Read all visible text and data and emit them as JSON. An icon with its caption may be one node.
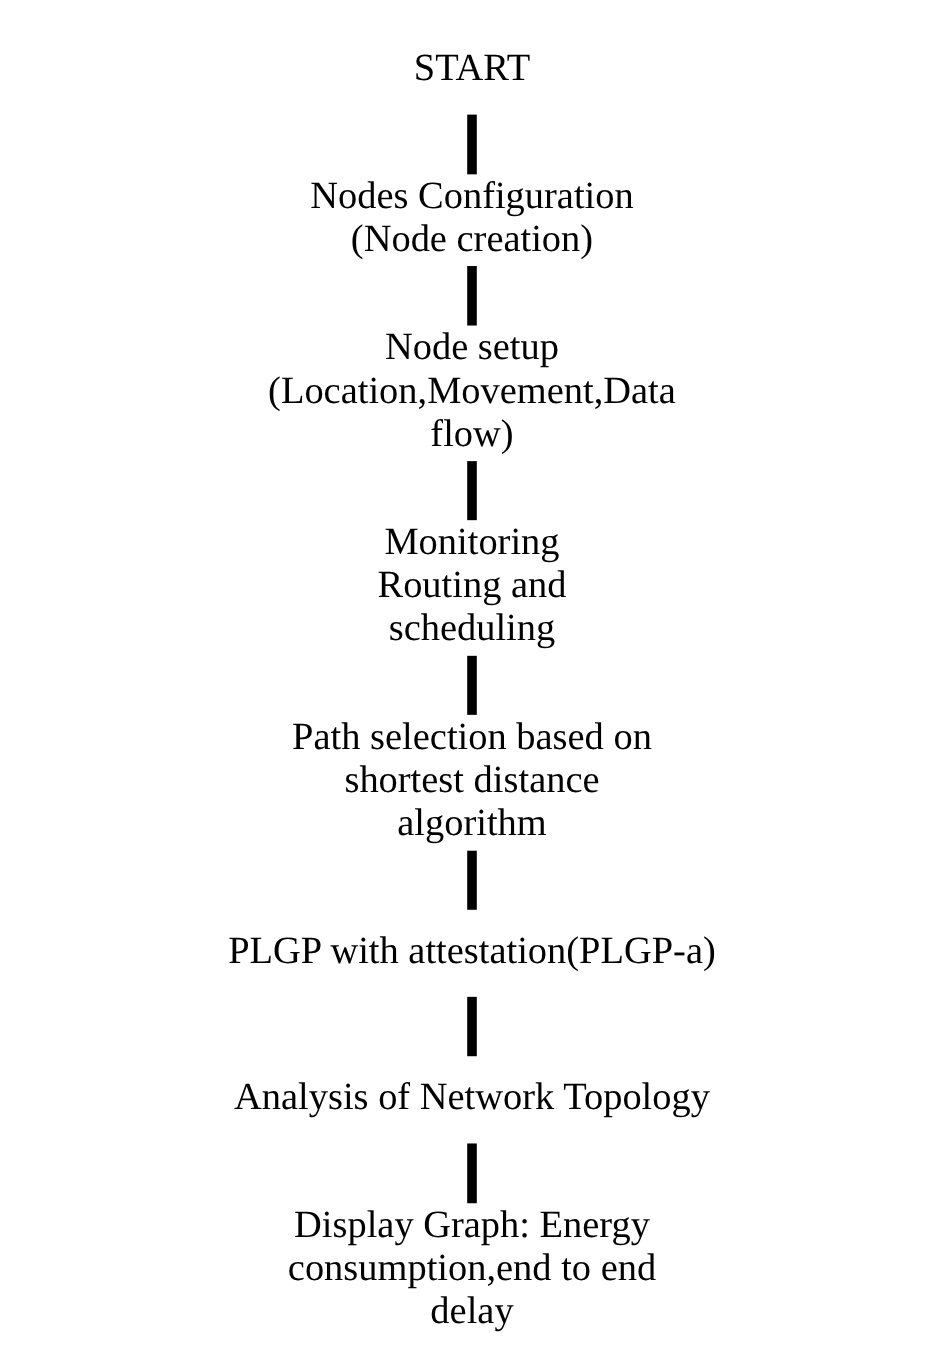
{
  "diagram": {
    "nodes": [
      {
        "text": [
          "START"
        ]
      },
      {
        "text": [
          "Nodes Configuration (Node creation)"
        ]
      },
      {
        "text": [
          "Node setup (Location,Movement,Data flow)"
        ]
      },
      {
        "text": [
          "Monitoring Routing and scheduling"
        ]
      },
      {
        "text": [
          "Path selection based on shortest distance algorithm"
        ]
      },
      {
        "text": [
          "PLGP with attestation(PLGP-a)"
        ]
      },
      {
        "text": [
          "Analysis of Network Topology"
        ]
      },
      {
        "text": [
          "Display Graph: Energy consumption,end to end delay"
        ]
      }
    ],
    "edges": [
      {
        "from": 0,
        "to": 1,
        "arrow": "none"
      },
      {
        "from": 1,
        "to": 2,
        "arrow": "none"
      },
      {
        "from": 2,
        "to": 3,
        "arrow": "none"
      },
      {
        "from": 3,
        "to": 4,
        "arrow": "none"
      },
      {
        "from": 4,
        "to": 5,
        "arrow": "none"
      },
      {
        "from": 5,
        "to": 6,
        "arrow": "none"
      },
      {
        "from": 6,
        "to": 7,
        "arrow": "none"
      }
    ]
  }
}
